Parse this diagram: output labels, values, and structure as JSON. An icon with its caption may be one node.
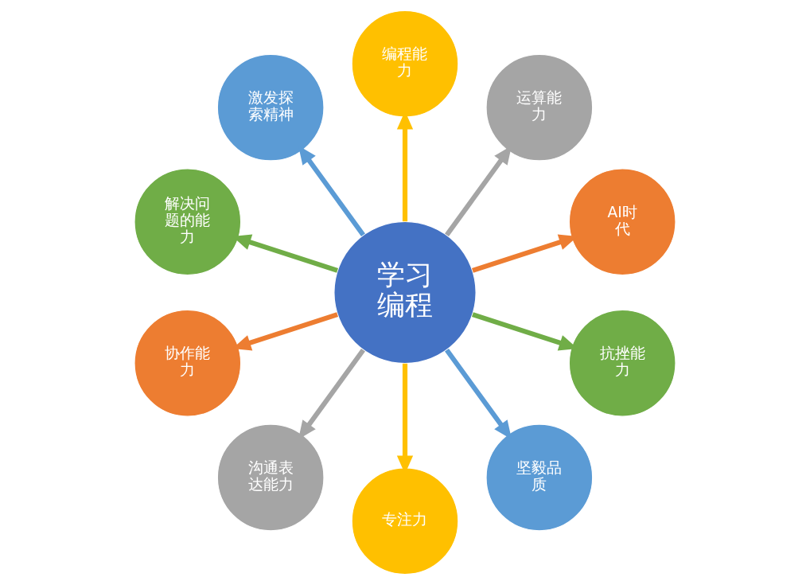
{
  "diagram": {
    "nodes": [
      {
        "text": [
          "学习编程"
        ]
      },
      {
        "text": [
          "AI时代"
        ]
      },
      {
        "text": [
          "运算能力"
        ]
      },
      {
        "text": [
          "编程能力"
        ]
      },
      {
        "text": [
          "激发探索精神"
        ]
      },
      {
        "text": [
          "解决问题的能力"
        ]
      },
      {
        "text": [
          "协作能力"
        ]
      },
      {
        "text": [
          "沟通表达能力"
        ]
      },
      {
        "text": [
          "专注力"
        ]
      },
      {
        "text": [
          "坚毅品质"
        ]
      },
      {
        "text": [
          "抗挫能力"
        ]
      }
    ],
    "edges": [
      {
        "from": 0,
        "to": 1,
        "arrow": "to",
        "color": "#ed7d31"
      },
      {
        "from": 0,
        "to": 2,
        "arrow": "to",
        "color": "#a5a5a5"
      },
      {
        "from": 0,
        "to": 3,
        "arrow": "to",
        "color": "#ffc000"
      },
      {
        "from": 0,
        "to": 4,
        "arrow": "to",
        "color": "#5b9bd5"
      },
      {
        "from": 0,
        "to": 5,
        "arrow": "to",
        "color": "#70ad47"
      },
      {
        "from": 0,
        "to": 6,
        "arrow": "to",
        "color": "#ed7d31"
      },
      {
        "from": 0,
        "to": 7,
        "arrow": "to",
        "color": "#a5a5a5"
      },
      {
        "from": 0,
        "to": 8,
        "arrow": "to",
        "color": "#ffc000"
      },
      {
        "from": 0,
        "to": 9,
        "arrow": "to",
        "color": "#5b9bd5"
      },
      {
        "from": 0,
        "to": 10,
        "arrow": "to",
        "color": "#70ad47"
      }
    ]
  }
}
